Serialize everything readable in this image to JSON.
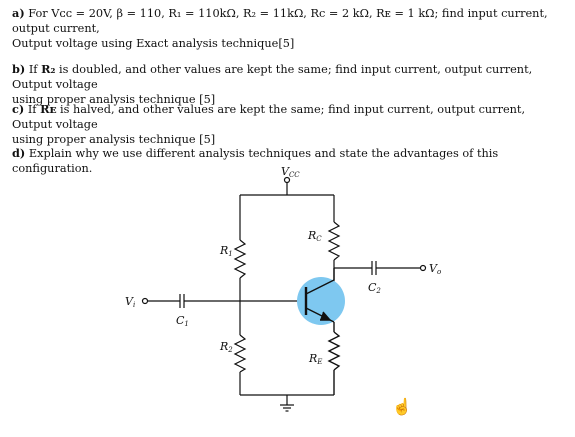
{
  "questions": {
    "a": {
      "prefix": "a)",
      "line1": "For Vᴄᴄ = 20V, β = 110, R₁ = 110kΩ, R₂ = 11kΩ, Rc = 2 kΩ, Rᴇ = 1 kΩ; find input current, output current,",
      "line2": "Output voltage using Exact analysis technique[5]"
    },
    "b": {
      "prefix": "b)",
      "line1_a": "If ",
      "line1_r": "R₂",
      "line1_b": " is doubled, and other values are kept the same; find  input current, output current, Output voltage",
      "line2": "using proper analysis technique [5]"
    },
    "c": {
      "prefix": "c)",
      "line1_a": "If ",
      "line1_r": "Rᴇ",
      "line1_b": " is halved,  and other values are kept the same; find  input current, output current, Output voltage",
      "line2": "using proper analysis technique [5]"
    },
    "d": {
      "prefix": "d)",
      "text": "Explain why we use different analysis techniques and state the advantages of this configuration."
    }
  },
  "circuit": {
    "vcc": "V",
    "vcc_sub": "CC",
    "r1": "R",
    "r1_sub": "1",
    "r2": "R",
    "r2_sub": "2",
    "rc": "R",
    "rc_sub": "C",
    "re": "R",
    "re_sub": "E",
    "c1": "C",
    "c1_sub": "1",
    "c2": "C",
    "c2_sub": "2",
    "vi": "V",
    "vi_sub": "i",
    "vo": "V",
    "vo_sub": "o",
    "transistor_color": "#7ec8f0"
  },
  "cursor_icon": "hand-pointer-icon"
}
